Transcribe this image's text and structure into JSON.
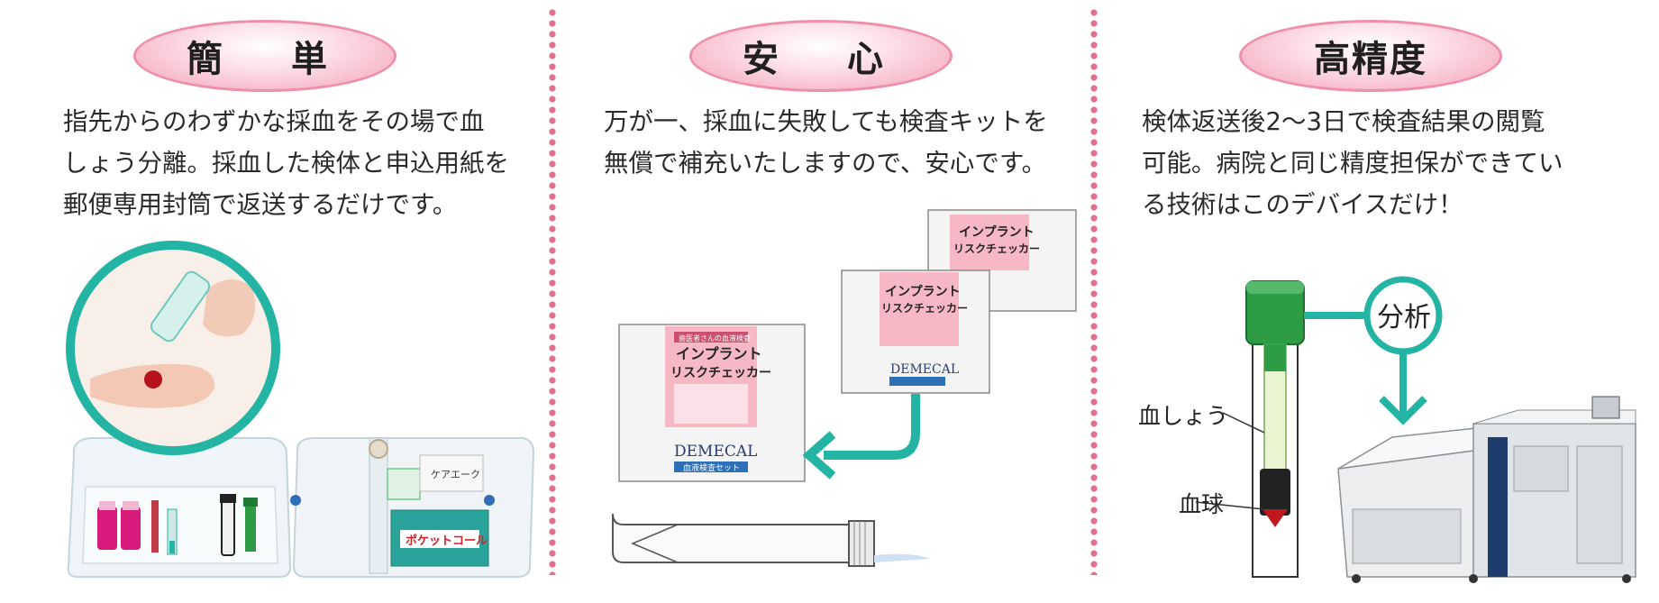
{
  "sections": [
    {
      "title": "簡　単",
      "lines": [
        "指先からのわずかな採血をその場で血",
        "しょう分離。採血した検体と申込用紙を",
        "郵便専用封筒で返送するだけです。"
      ],
      "kit_labels": [
        "ケアエーク",
        "ポケットコール"
      ]
    },
    {
      "title": "安　心",
      "lines": [
        "万が一、採血に失敗しても検査キットを",
        "無償で補充いたしますので、安心です。"
      ],
      "kit_card": {
        "header": "歯医者さんの血液検査",
        "title_line1": "インプラント",
        "title_line2": "リスクチェッカー",
        "brand": "DEMECAL",
        "brand_sub": "血液検査セット"
      }
    },
    {
      "title": "高精度",
      "lines": [
        "検体返送後2〜3日で検査結果の閲覧",
        "可能。病院と同じ精度担保ができてい",
        "る技術はこのデバイスだけ！"
      ],
      "analysis_label": "分析",
      "plasma_label": "血しょう",
      "blood_cell_label": "血球"
    }
  ],
  "colors": {
    "teal": "#24b4a3",
    "pink_pill": "#f7b6c8",
    "dot_divider": "#e3718e",
    "green_cap": "#2e9c45",
    "blood_red": "#c0171f"
  }
}
